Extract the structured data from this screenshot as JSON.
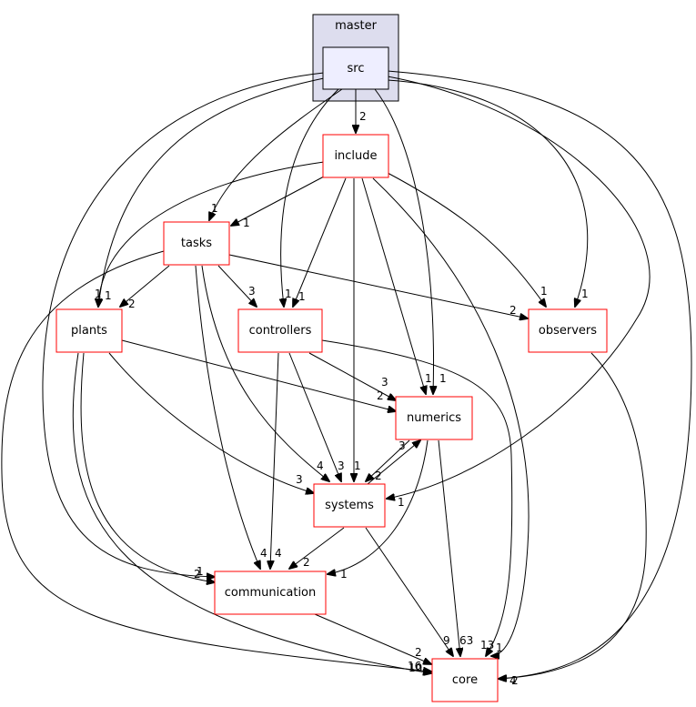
{
  "cluster": {
    "label": "master"
  },
  "nodes": {
    "src": "src",
    "include": "include",
    "tasks": "tasks",
    "plants": "plants",
    "controllers": "controllers",
    "observers": "observers",
    "numerics": "numerics",
    "systems": "systems",
    "communication": "communication",
    "core": "core"
  },
  "edge_labels": {
    "src_include": "2",
    "src_tasks": "1",
    "src_plants": "1",
    "src_controllers": "1",
    "src_observers": "1",
    "src_numerics": "1",
    "src_systems": "1",
    "src_communication": "1",
    "src_core": "4",
    "include_tasks": "1",
    "include_plants": "1",
    "include_controllers": "1",
    "include_observers": "1",
    "include_numerics": "1",
    "include_systems": "1",
    "include_core": "1",
    "tasks_plants": "2",
    "tasks_controllers": "3",
    "tasks_observers": "2",
    "tasks_systems": "4",
    "tasks_communication": "4",
    "tasks_core": "16",
    "plants_numerics": "2",
    "plants_systems": "3",
    "plants_communication": "2",
    "plants_core": "10",
    "controllers_numerics": "3",
    "controllers_systems": "3",
    "controllers_communication": "4",
    "controllers_core": "13",
    "numerics_systems": "2",
    "systems_numerics": "3",
    "numerics_communication": "1",
    "numerics_core": "63",
    "systems_communication": "2",
    "systems_core": "9",
    "communication_core": "2",
    "observers_core": "2"
  }
}
